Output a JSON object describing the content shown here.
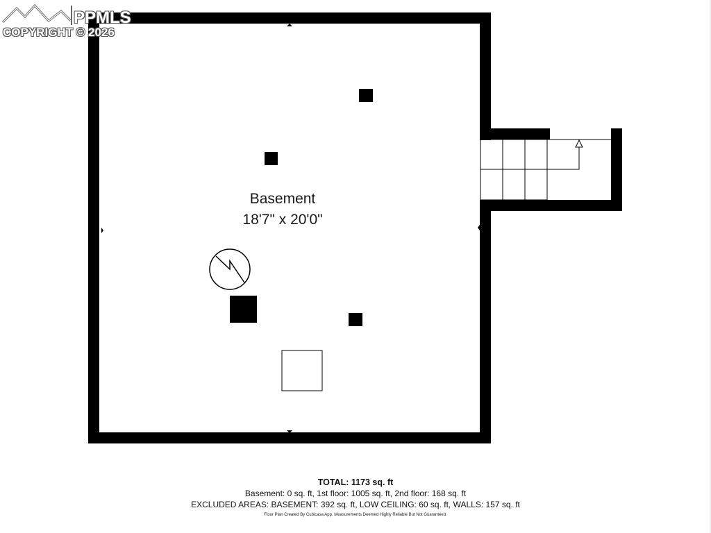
{
  "watermark": {
    "brand": "PPMLS",
    "copyright": "COPYRIGHT © 2026"
  },
  "room": {
    "name": "Basement",
    "dimensions": "18'7\" x 20'0\""
  },
  "footer": {
    "total": "TOTAL: 1173 sq. ft",
    "floors": "Basement: 0 sq. ft, 1st floor: 1005 sq. ft, 2nd floor: 168 sq. ft",
    "excluded": "EXCLUDED AREAS: BASEMENT: 392 sq. ft, LOW CEILING: 60 sq. ft, WALLS: 157 sq. ft",
    "disclaimer": "Floor Plan Created By Cubicasa App. Measurements Deemed Highly Reliable But Not Guaranteed."
  }
}
